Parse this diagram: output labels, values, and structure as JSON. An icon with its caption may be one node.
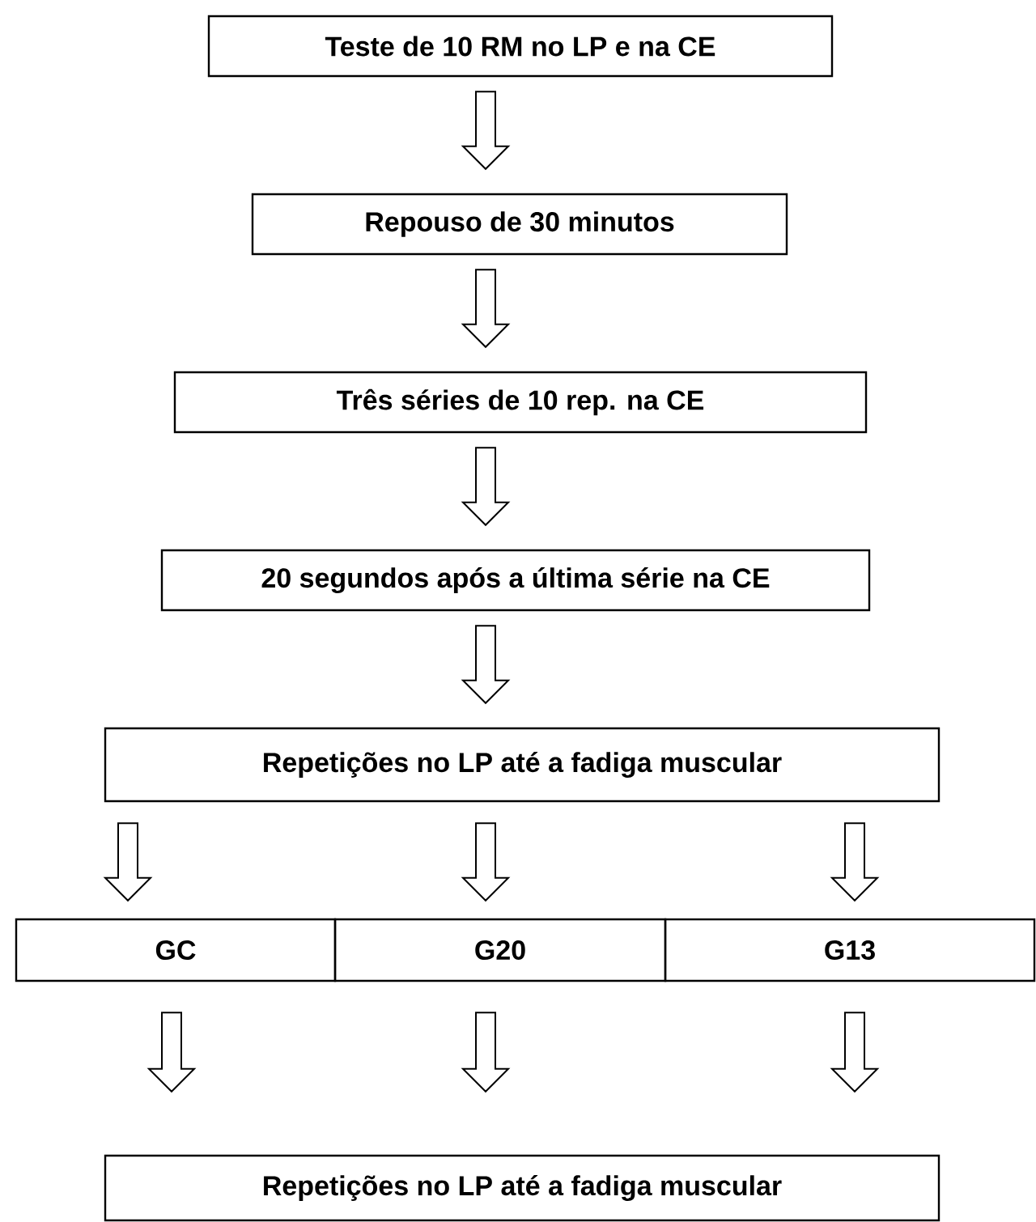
{
  "diagram": {
    "nodes": [
      {
        "text": [
          "Teste de 10 RM no LP e na CE"
        ]
      },
      {
        "text": [
          "Repouso de 30 minutos"
        ]
      },
      {
        "text": [
          "Três séries de 10 rep. na CE"
        ]
      },
      {
        "text": [
          "20 segundos após a última série na CE"
        ]
      },
      {
        "text": [
          "Repetições no LP até a fadiga muscular"
        ]
      },
      {
        "text": [
          "GC"
        ]
      },
      {
        "text": [
          "G20"
        ]
      },
      {
        "text": [
          "G13"
        ]
      },
      {
        "text": [
          "Repetições no LP até a fadiga muscular"
        ]
      }
    ],
    "edges": [
      {
        "from": 0,
        "to": 1,
        "arrow": "to"
      },
      {
        "from": 1,
        "to": 2,
        "arrow": "to"
      },
      {
        "from": 2,
        "to": 3,
        "arrow": "to"
      },
      {
        "from": 3,
        "to": 4,
        "arrow": "to"
      },
      {
        "from": 4,
        "to": 5,
        "arrow": "to"
      },
      {
        "from": 4,
        "to": 6,
        "arrow": "to"
      },
      {
        "from": 4,
        "to": 7,
        "arrow": "to"
      },
      {
        "from": 5,
        "to": 8,
        "arrow": "to"
      },
      {
        "from": 6,
        "to": 8,
        "arrow": "to"
      },
      {
        "from": 7,
        "to": 8,
        "arrow": "to"
      }
    ]
  }
}
